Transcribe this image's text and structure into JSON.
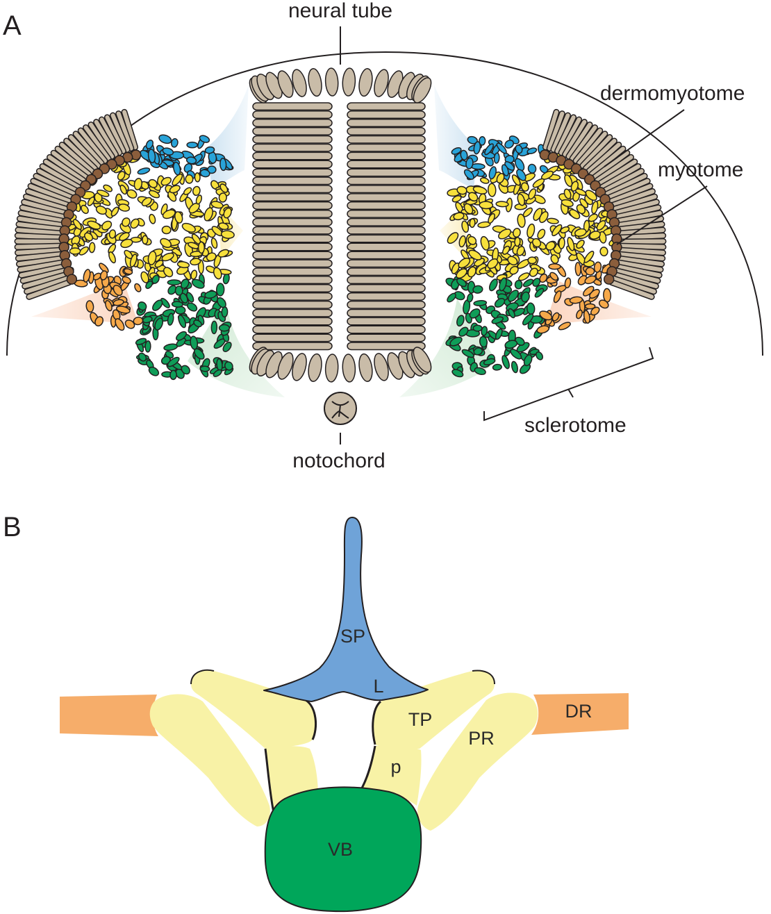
{
  "panel_a": {
    "letter": "A",
    "labels": {
      "neural_tube": "neural tube",
      "dermomyotome": "dermomyotome",
      "myotome": "myotome",
      "sclerotome": "sclerotome",
      "notochord": "notochord"
    },
    "colors": {
      "epithelium": "#c9bca8",
      "myotome_cell": "#8b5e3c",
      "blue_cells": "#29a3d8",
      "yellow_cells": "#f7e03c",
      "orange_cells": "#f6a94a",
      "green_cells": "#0f9d58"
    }
  },
  "panel_b": {
    "letter": "B",
    "labels": {
      "spinous_process": "SP",
      "lamina": "L",
      "transverse_process": "TP",
      "proximal_rib": "PR",
      "distal_rib": "DR",
      "pedicle": "p",
      "vertebral_body": "VB"
    },
    "colors": {
      "spinous": "#6fa3d8",
      "arch": "#f8f2a6",
      "rib_distal": "#f6ad6a",
      "body": "#00a65a"
    }
  }
}
